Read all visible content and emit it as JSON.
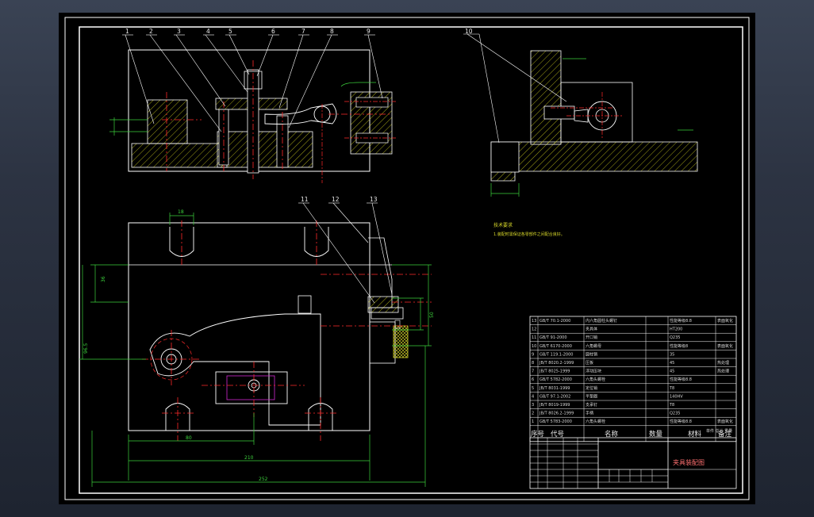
{
  "drawing": {
    "title_block_name": "夹具装配图",
    "tech_requirements": {
      "heading": "技术要求",
      "line1": "1.装配时需保证各零部件之间配合良好。"
    },
    "balloons": [
      "1",
      "2",
      "3",
      "4",
      "5",
      "6",
      "7",
      "8",
      "9",
      "10",
      "11",
      "12",
      "13"
    ],
    "dimensions": {
      "overall_length": "252",
      "base_length": "210",
      "inner_length": "80",
      "height_top": "36",
      "slot_width": "18",
      "side_height_left": "96.5",
      "side_height_right": "50"
    },
    "bom_headers": {
      "no": "序号",
      "code": "代号",
      "name": "名称",
      "qty": "数量",
      "material": "材料",
      "weight": "单件 总计 重量",
      "remark": "备注"
    },
    "bom_rows": [
      {
        "no": "13",
        "code": "GB/T 70.1-2000",
        "name": "内六角圆柱头螺钉",
        "material": "性能等级8.8",
        "remark": "表面氧化"
      },
      {
        "no": "12",
        "code": "",
        "name": "夹具体",
        "material": "HT200",
        "remark": ""
      },
      {
        "no": "11",
        "code": "GB/T 91-2000",
        "name": "开口销",
        "material": "Q235",
        "remark": ""
      },
      {
        "no": "10",
        "code": "GB/T 6170-2000",
        "name": "六角螺母",
        "material": "性能等级8",
        "remark": "表面氧化"
      },
      {
        "no": "9",
        "code": "GB/T 119.1-2000",
        "name": "圆柱销",
        "material": "35",
        "remark": ""
      },
      {
        "no": "8",
        "code": "JB/T 8020.2-1999",
        "name": "压板",
        "material": "45",
        "remark": "热处理"
      },
      {
        "no": "7",
        "code": "JB/T 8025-1999",
        "name": "浮动压块",
        "material": "45",
        "remark": "热处理"
      },
      {
        "no": "6",
        "code": "GB/T 5782-2000",
        "name": "六角头螺栓",
        "material": "性能等级8.8",
        "remark": ""
      },
      {
        "no": "5",
        "code": "JB/T 8031-1999",
        "name": "定位销",
        "material": "T8",
        "remark": ""
      },
      {
        "no": "4",
        "code": "GB/T 97.1-2002",
        "name": "平垫圈",
        "material": "140HV",
        "remark": ""
      },
      {
        "no": "3",
        "code": "JB/T 8019-1999",
        "name": "支承钉",
        "material": "T8",
        "remark": ""
      },
      {
        "no": "2",
        "code": "JB/T 8026.2-1999",
        "name": "手柄",
        "material": "Q235",
        "remark": ""
      },
      {
        "no": "1",
        "code": "GB/T 5783-2000",
        "name": "六角头螺栓",
        "material": "性能等级8.8",
        "remark": "表面氧化"
      }
    ]
  },
  "colors": {
    "background": "#000000",
    "white": "#ffffff",
    "green": "#3cd13c",
    "red": "#ff2a2a",
    "yellow": "#d9d92a",
    "cyan": "#25d6d6",
    "magenta": "#d12ad1"
  }
}
